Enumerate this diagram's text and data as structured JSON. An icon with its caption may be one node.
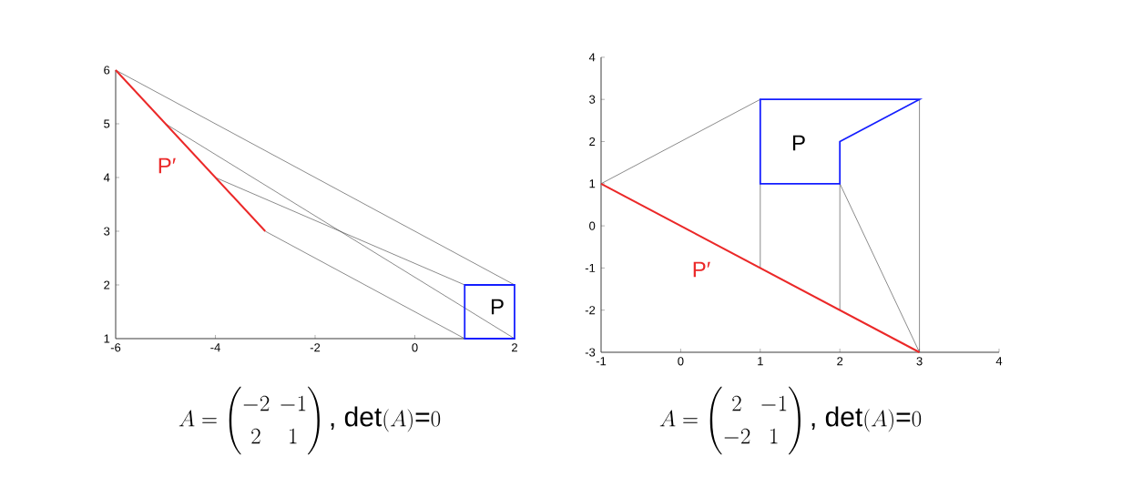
{
  "diagram": {
    "labels": [
      "6",
      "5",
      "4",
      "3",
      "2",
      "1",
      "P′",
      "P",
      "-6",
      "-4",
      "-2",
      "0",
      "2",
      "4",
      "3",
      "2",
      "1",
      "0",
      "-1",
      "-2",
      "-3",
      "P",
      "P′",
      "-1",
      "0",
      "1",
      "2",
      "3",
      "4",
      "A=\\begin{pmatrix}-2 & -1\\\\ 2 & 1\\end{pmatrix}\\text{, }\\mathrm{det}(A)\\text{=}0",
      "A=\\begin{pmatrix}2 & -1\\\\ -2 & 1\\end{pmatrix}\\text{, }\\mathrm{det}(A)\\text{=}0"
    ]
  }
}
